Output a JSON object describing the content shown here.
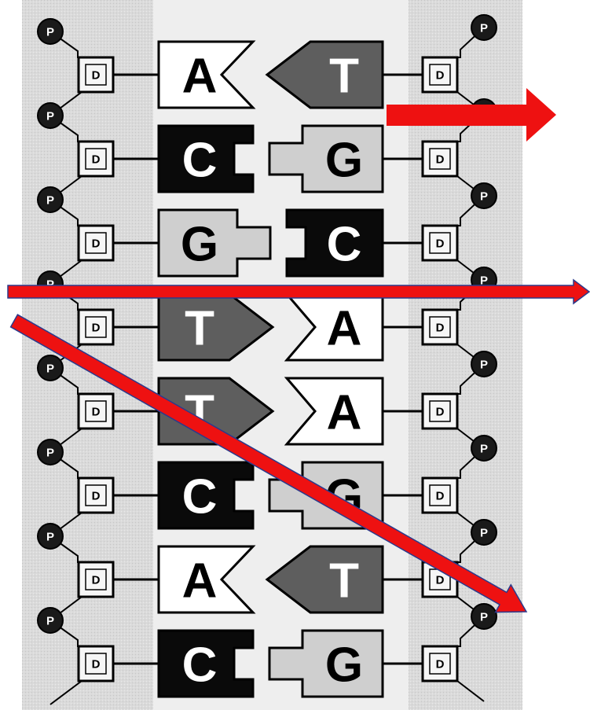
{
  "pairs": [
    {
      "left": "A",
      "right": "T"
    },
    {
      "left": "C",
      "right": "G"
    },
    {
      "left": "G",
      "right": "C"
    },
    {
      "left": "T",
      "right": "A"
    },
    {
      "left": "T",
      "right": "A"
    },
    {
      "left": "C",
      "right": "G"
    },
    {
      "left": "A",
      "right": "T"
    },
    {
      "left": "C",
      "right": "G"
    }
  ],
  "backbone": {
    "sugar_label": "D",
    "phosphate_label": "P"
  },
  "colors": {
    "A": "#ffffff",
    "T": "#5e5e5e",
    "C": "#0a0a0a",
    "G": "#cfcfcf",
    "arrow_fill": "#ee1111",
    "arrow_outline": "#2b3a8c",
    "panel_bg": "#dcdcdc",
    "strand_bg": "#f2f2f2"
  },
  "arrows": [
    {
      "name": "top-right-arrow",
      "style": "block"
    },
    {
      "name": "horizontal-arrow",
      "style": "line"
    },
    {
      "name": "diagonal-arrow",
      "style": "line"
    }
  ]
}
